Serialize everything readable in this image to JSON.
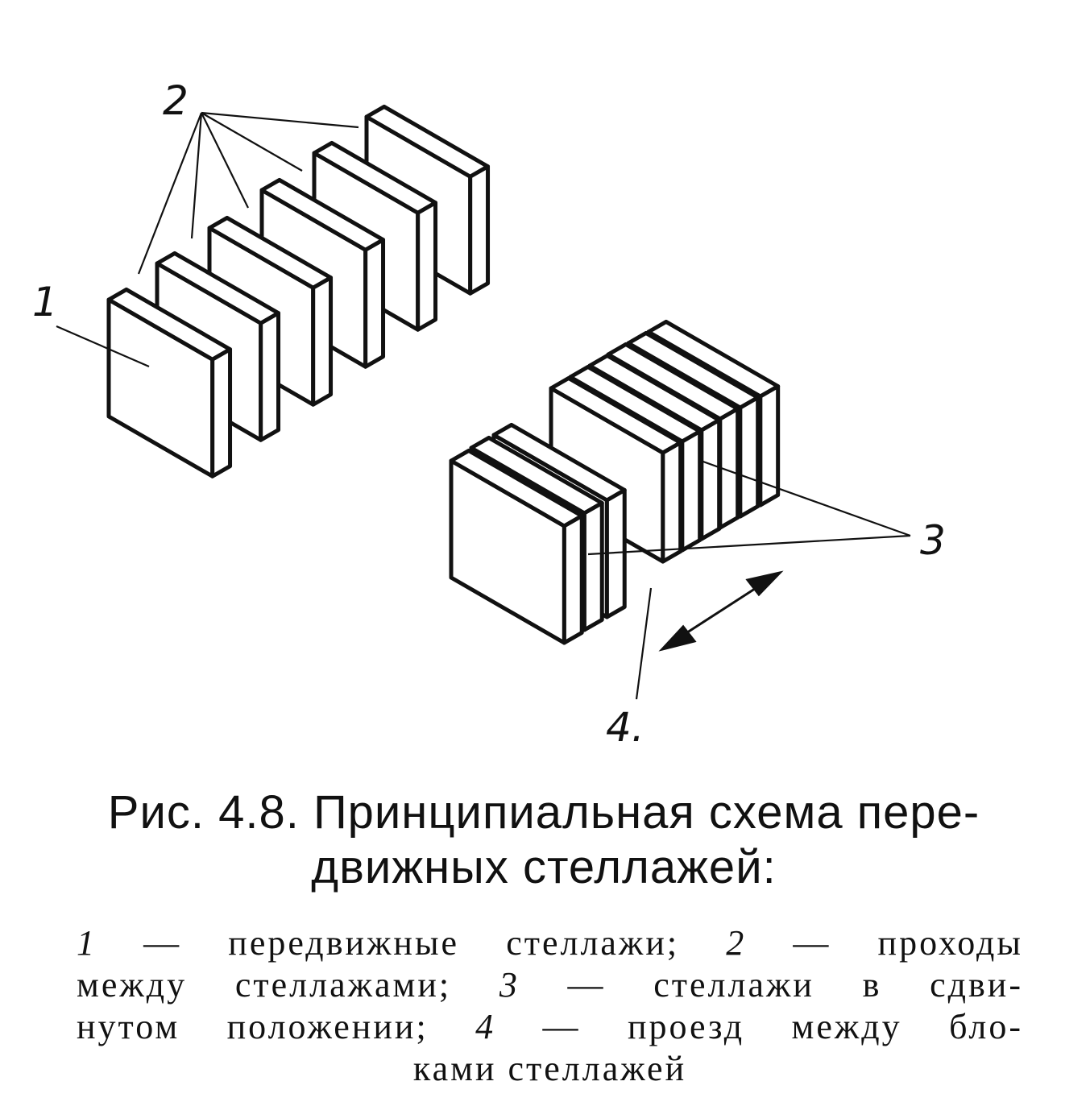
{
  "labels": {
    "l1": "1",
    "l2": "2",
    "l3": "3",
    "l4": "4."
  },
  "caption": {
    "line1": "Рис. 4.8. Принципиальная схема пере-",
    "line2": "движных стеллажей:"
  },
  "legend": {
    "n1": "1",
    "t1": "— передвижные стеллажи;",
    "n2": "2",
    "t2a": "— проходы",
    "t2b": "между стеллажами;",
    "n3": "3",
    "t3a": "— стеллажи в сдви-",
    "t3b": "нутом положении;",
    "n4": "4",
    "t4a": "— проезд между бло-",
    "t4b": "ками стеллажей"
  }
}
